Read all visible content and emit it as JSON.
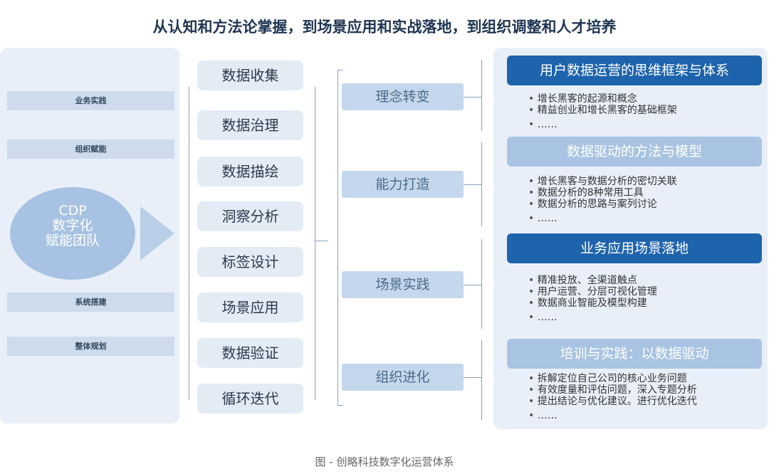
{
  "title": "从认知和方法论掌握，到场景应用和实战落地，到组织调整和人才培养",
  "left": {
    "bars": [
      "业务实践",
      "组织赋能",
      "系统搭建",
      "整体规划"
    ],
    "center": [
      "CDP",
      "数字化",
      "赋能团队"
    ]
  },
  "steps": [
    "数据收集",
    "数据治理",
    "数据描绘",
    "洞察分析",
    "标签设计",
    "场景应用",
    "数据验证",
    "循环迭代"
  ],
  "stages": [
    "理念转变",
    "能力打造",
    "场景实践",
    "组织进化"
  ],
  "sections": [
    {
      "header": "用户数据运营的思维框架与体系",
      "items": [
        "增长黑客的起源和概念",
        "精益创业和增长黑客的基础框架",
        "……"
      ]
    },
    {
      "header": "数据驱动的方法与模型",
      "items": [
        "增长黑客与数据分析的密切关联",
        "数据分析的8种常用工具",
        "数据分析的思路与案列讨论",
        "……"
      ]
    },
    {
      "header": "业务应用场景落地",
      "items": [
        "精准投放、全渠道触点",
        "用户运营、分层可视化管理",
        "数据商业智能及模型构建",
        "……"
      ]
    },
    {
      "header": "培训与实践：以数据驱动",
      "items": [
        "拆解定位自己公司的核心业务问题",
        "有效度量和评估问题，深入专题分析",
        "提出结论与优化建议。进行优化迭代",
        "……"
      ]
    }
  ],
  "caption": "图 - 创略科技数字化运营体系",
  "colors": {
    "dark_header": "#1e64ad",
    "light_header": "#a9c4e3",
    "panel": "#e9eff8"
  }
}
